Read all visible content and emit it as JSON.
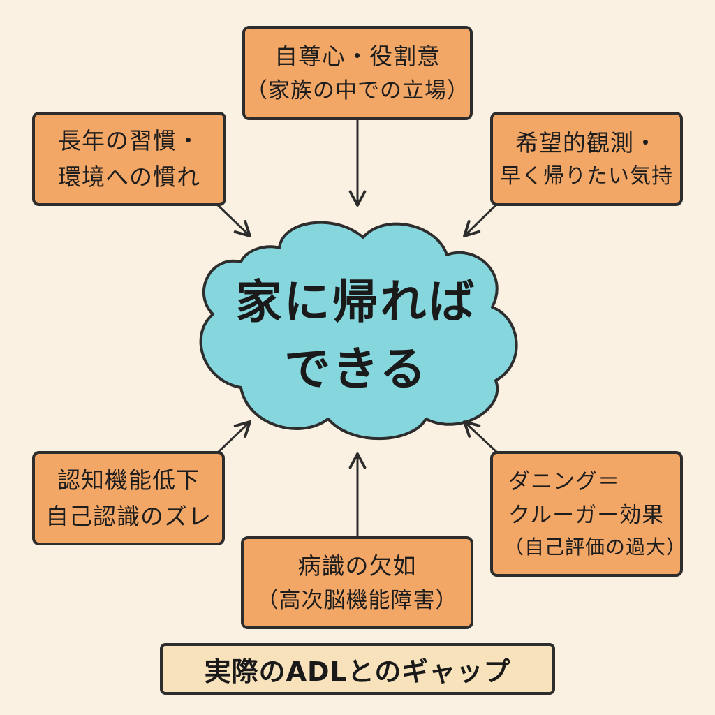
{
  "center": {
    "line1": "家に帰れば",
    "line2": "できる"
  },
  "nodes": {
    "top": {
      "line1": "自尊心・役割意",
      "line2": "（家族の中での立場）"
    },
    "top_left": {
      "line1": "長年の習慣・",
      "line2": "環境への慣れ"
    },
    "top_right": {
      "line1": "希望的観測・",
      "line2": "早く帰りたい気持"
    },
    "bottom_left": {
      "line1": "認知機能低下",
      "line2": "自己認識のズレ"
    },
    "bottom": {
      "line1": "病識の欠如",
      "line2": "（高次脳機能障害）"
    },
    "bottom_right": {
      "line1": "ダニング＝",
      "line2": "クルーガー効果",
      "line3": "（自己評価の過大）"
    }
  },
  "footer": {
    "label": "実際のADLとのギャップ"
  },
  "colors": {
    "background": "#fbf1e2",
    "box_fill": "#f3a767",
    "cloud_fill": "#86d6dd",
    "footer_fill": "#f8e2bb",
    "stroke": "#2d2d2d"
  }
}
